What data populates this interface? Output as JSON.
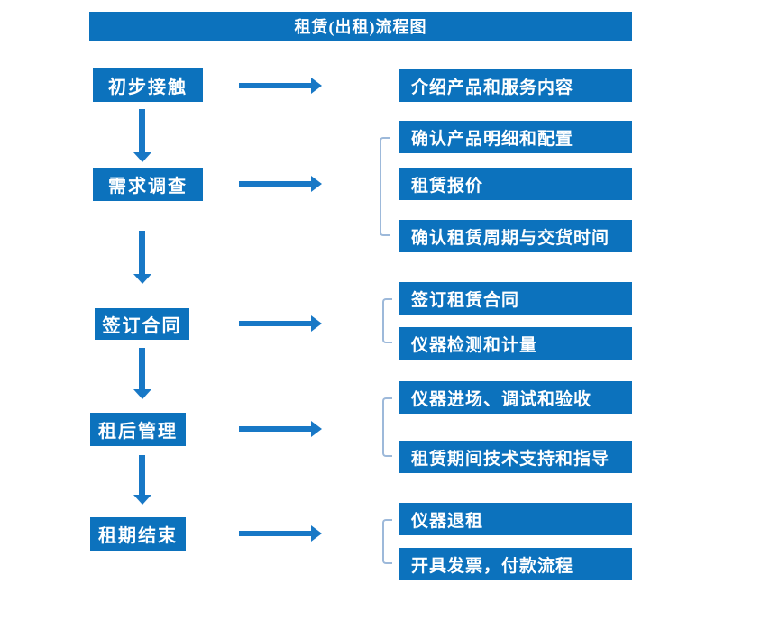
{
  "title": "租赁(出租)流程图",
  "colors": {
    "primary": "#0c72bd",
    "arrow": "#1878c6",
    "bracket": "#9db9da",
    "box_text": "#ffffff",
    "bg": "#ffffff"
  },
  "stages": [
    {
      "label": "初步接触",
      "outputs": [
        "介绍产品和服务内容"
      ]
    },
    {
      "label": "需求调查",
      "outputs": [
        "确认产品明细和配置",
        "租赁报价",
        "确认租赁周期与交货时间"
      ]
    },
    {
      "label": "签订合同",
      "outputs": [
        "签订租赁合同",
        "仪器检测和计量"
      ]
    },
    {
      "label": "租后管理",
      "outputs": [
        "仪器进场、调试和验收",
        "租赁期间技术支持和指导"
      ]
    },
    {
      "label": "租期结束",
      "outputs": [
        "仪器退租",
        "开具发票，付款流程"
      ]
    }
  ]
}
